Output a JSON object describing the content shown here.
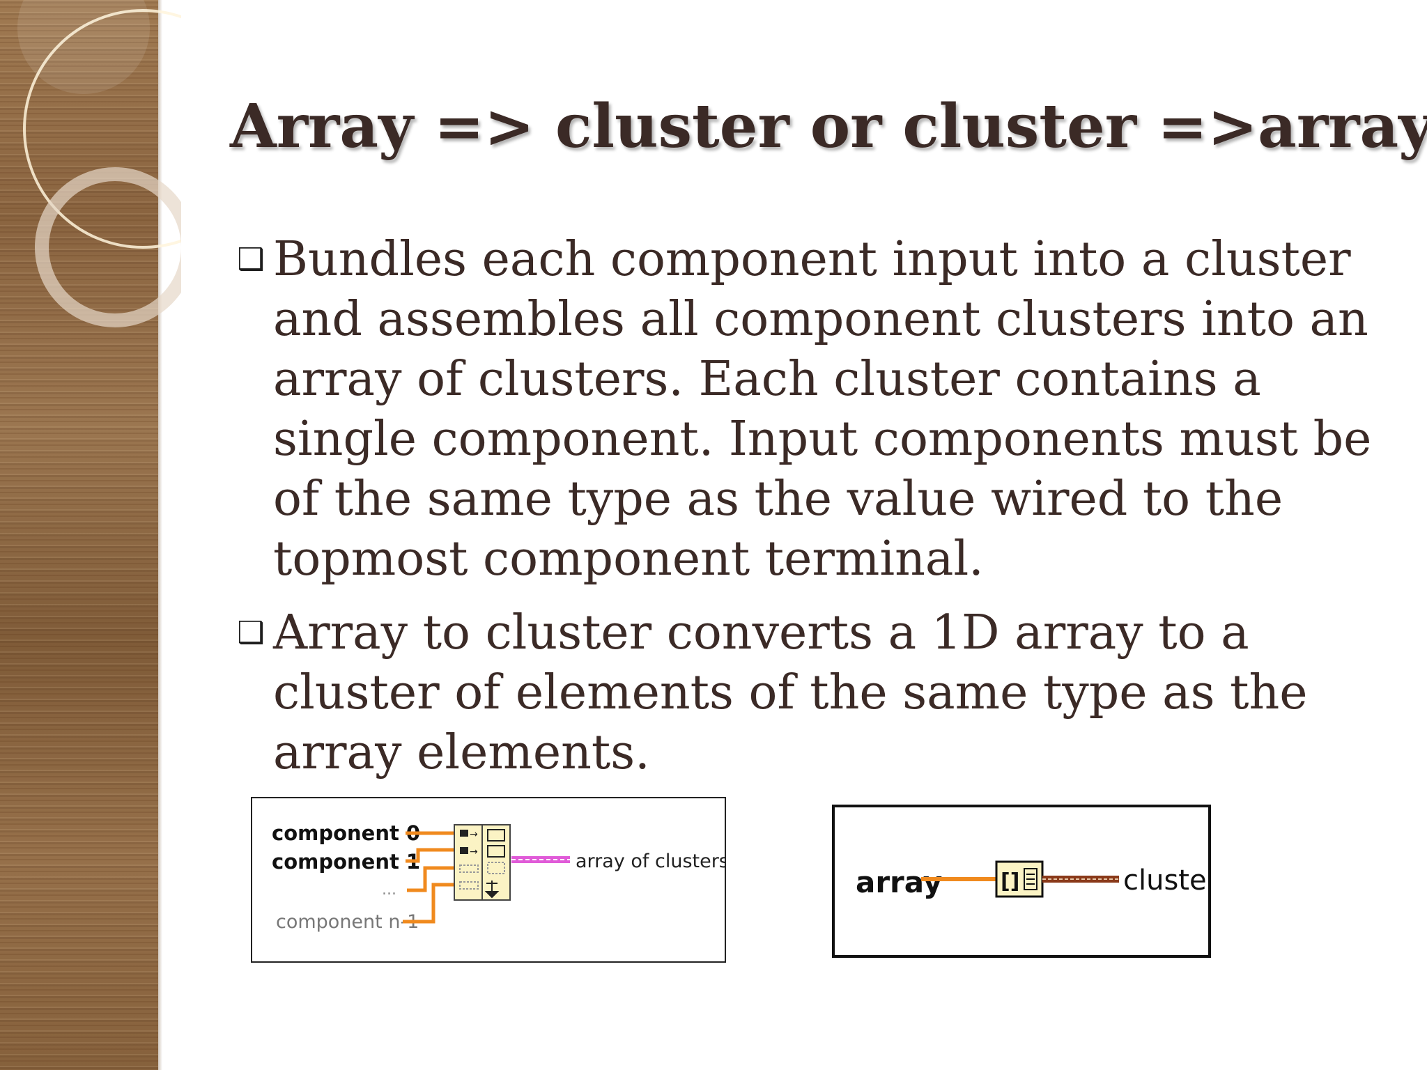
{
  "slide": {
    "title": "Array => cluster or cluster =>array",
    "bullets": [
      {
        "marker": "❑",
        "text": "Bundles each component input into a cluster and assembles all component clusters into an array of clusters. Each cluster contains a single component. Input components must be of the same type as the value wired to the topmost component terminal."
      },
      {
        "marker": "❑",
        "text": "Array to cluster converts a 1D array to a cluster of elements of the same type as the array elements."
      }
    ]
  },
  "bundle_diagram": {
    "inputs": [
      "component 0",
      "component 1",
      "...",
      "component n-1"
    ],
    "output": "array of clusters",
    "wire_colors": {
      "input": "#f08a1e",
      "output": "#e05bd8"
    }
  },
  "array_to_cluster_diagram": {
    "input": "array",
    "output": "cluster",
    "wire_colors": {
      "input": "#f08a1e",
      "output": "#8a3a1a"
    }
  },
  "colors": {
    "text": "#3b2a26",
    "wood": "#8a6440",
    "background": "#ffffff"
  }
}
